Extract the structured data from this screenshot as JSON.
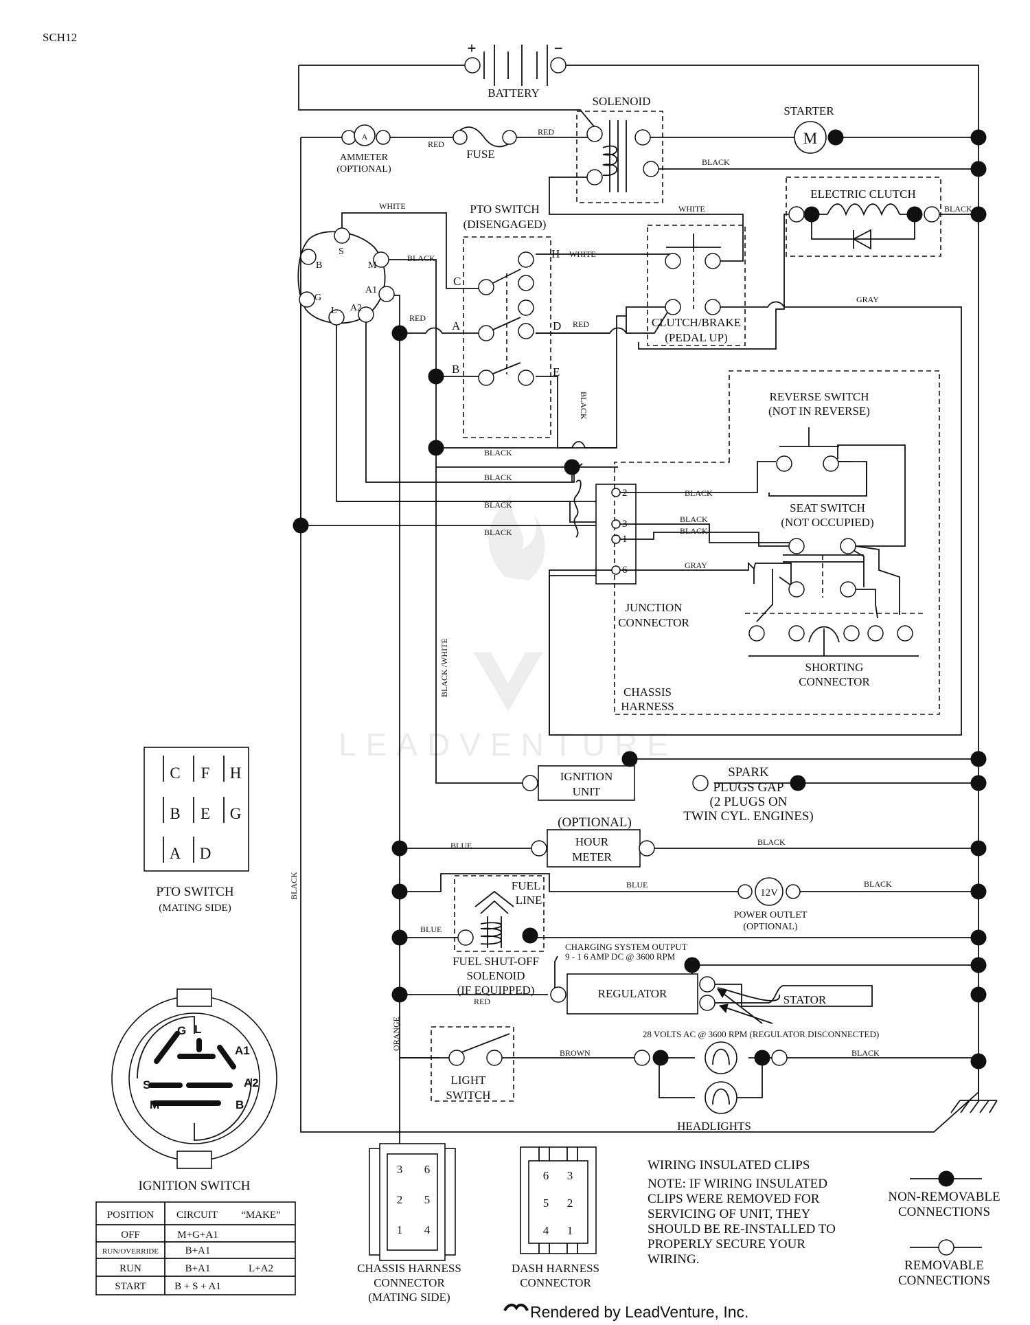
{
  "page": {
    "sheet_id": "SCH12",
    "footer": "Rendered by LeadVenture, Inc.",
    "watermark": "LEADVENTURE"
  },
  "components": {
    "battery": "BATTERY",
    "battery_plus": "+",
    "battery_minus": "−",
    "solenoid": "SOLENOID",
    "starter": "STARTER",
    "starter_symbol": "M",
    "ammeter_line1": "AMMETER",
    "ammeter_line2": "(OPTIONAL)",
    "ammeter_symbol": "A",
    "fuse": "FUSE",
    "electric_clutch": "ELECTRIC CLUTCH",
    "pto_switch_line1": "PTO SWITCH",
    "pto_switch_line2": "(DISENGAGED)",
    "clutch_brake_line1": "CLUTCH/BRAKE",
    "clutch_brake_line2": "(PEDAL UP)",
    "reverse_switch_line1": "REVERSE SWITCH",
    "reverse_switch_line2": "(NOT IN REVERSE)",
    "seat_switch_line1": "SEAT SWITCH",
    "seat_switch_line2": "(NOT OCCUPIED)",
    "junction_line1": "JUNCTION",
    "junction_line2": "CONNECTOR",
    "shorting_line1": "SHORTING",
    "shorting_line2": "CONNECTOR",
    "chassis_harness_line1": "CHASSIS",
    "chassis_harness_line2": "HARNESS",
    "ignition_unit_line1": "IGNITION",
    "ignition_unit_line2": "UNIT",
    "spark_line1": "SPARK",
    "spark_line2": "PLUGS GAP",
    "spark_line3": "(2 PLUGS ON",
    "spark_line4": "TWIN CYL. ENGINES)",
    "hour_meter_optional": "(OPTIONAL)",
    "hour_meter_line1": "HOUR",
    "hour_meter_line2": "METER",
    "power_outlet_symbol": "12V",
    "power_outlet_line1": "POWER OUTLET",
    "power_outlet_line2": "(OPTIONAL)",
    "fuel_line_1": "FUEL",
    "fuel_line_2": "LINE",
    "fuel_solenoid_line1": "FUEL SHUT-OFF",
    "fuel_solenoid_line2": "SOLENOID",
    "fuel_solenoid_line3": "(IF EQUIPPED)",
    "charging_line1": "CHARGING SYSTEM OUTPUT",
    "charging_line2": "9 - 1 6 AMP DC @ 3600 RPM",
    "regulator": "REGULATOR",
    "stator": "STATOR",
    "stator_note": "28 VOLTS AC @ 3600 RPM (REGULATOR DISCONNECTED)",
    "light_switch_line1": "LIGHT",
    "light_switch_line2": "SWITCH",
    "headlights": "HEADLIGHTS"
  },
  "terminals": {
    "ign_s": "S",
    "ign_m": "M",
    "ign_b": "B",
    "ign_a1": "A1",
    "ign_g": "G",
    "ign_l": "L",
    "ign_a2": "A2",
    "pto_c": "C",
    "pto_h": "H",
    "pto_a": "A",
    "pto_d": "D",
    "pto_b": "B",
    "pto_e": "E",
    "jc_2": "2",
    "jc_3": "3",
    "jc_1": "1",
    "jc_6": "6"
  },
  "wire_colors": {
    "red": "RED",
    "black": "BLACK",
    "white": "WHITE",
    "gray": "GRAY",
    "blue": "BLUE",
    "orange": "ORANGE",
    "brown": "BROWN",
    "black_white": "BLACK /WHITE"
  },
  "pto_mating": {
    "title": "PTO SWITCH",
    "subtitle": "(MATING SIDE)",
    "pins": [
      [
        "C",
        "F",
        "H"
      ],
      [
        "B",
        "E",
        "G"
      ],
      [
        "A",
        "D"
      ]
    ]
  },
  "ignition_face": {
    "title": "IGNITION SWITCH",
    "pins": [
      "G",
      "L",
      "A1",
      "S",
      "A2",
      "M",
      "B"
    ]
  },
  "ignition_table": {
    "headers": [
      "POSITION",
      "CIRCUIT",
      "“MAKE”"
    ],
    "rows": [
      [
        "OFF",
        "M+G+A1",
        ""
      ],
      [
        "RUN/OVERRIDE",
        "B+A1",
        ""
      ],
      [
        "RUN",
        "B+A1",
        "L+A2"
      ],
      [
        "START",
        "B + S + A1",
        ""
      ]
    ]
  },
  "chassis_connector": {
    "title_line1": "CHASSIS HARNESS",
    "title_line2": "CONNECTOR",
    "title_line3": "(MATING SIDE)",
    "pins": [
      "3",
      "6",
      "2",
      "5",
      "1",
      "4"
    ]
  },
  "dash_connector": {
    "title_line1": "DASH HARNESS",
    "title_line2": "CONNECTOR",
    "pins": [
      "6",
      "3",
      "5",
      "2",
      "4",
      "1"
    ]
  },
  "notes": {
    "clips_title": "WIRING INSULATED CLIPS",
    "lines": [
      "NOTE: IF WIRING INSULATED",
      "CLIPS WERE REMOVED FOR",
      "SERVICING OF UNIT, THEY",
      "SHOULD BE RE-INSTALLED TO",
      "PROPERLY SECURE YOUR",
      "WIRING."
    ]
  },
  "legend": {
    "non_removable_line1": "NON-REMOVABLE",
    "non_removable_line2": "CONNECTIONS",
    "removable_line1": "REMOVABLE",
    "removable_line2": "CONNECTIONS"
  }
}
